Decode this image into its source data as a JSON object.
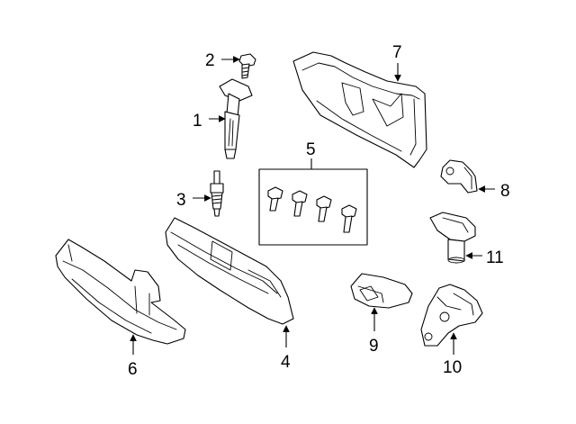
{
  "diagram": {
    "parts": [
      {
        "id": "coil",
        "number": "1"
      },
      {
        "id": "bolt",
        "number": "2"
      },
      {
        "id": "spark-plug",
        "number": "3"
      },
      {
        "id": "ecm",
        "number": "4"
      },
      {
        "id": "bolt-set",
        "number": "5"
      },
      {
        "id": "ecm-bracket",
        "number": "6"
      },
      {
        "id": "cover",
        "number": "7"
      },
      {
        "id": "cam-sensor",
        "number": "8"
      },
      {
        "id": "crank-sensor",
        "number": "9"
      },
      {
        "id": "knock-sensor",
        "number": "10"
      },
      {
        "id": "map-sensor",
        "number": "11"
      }
    ]
  }
}
